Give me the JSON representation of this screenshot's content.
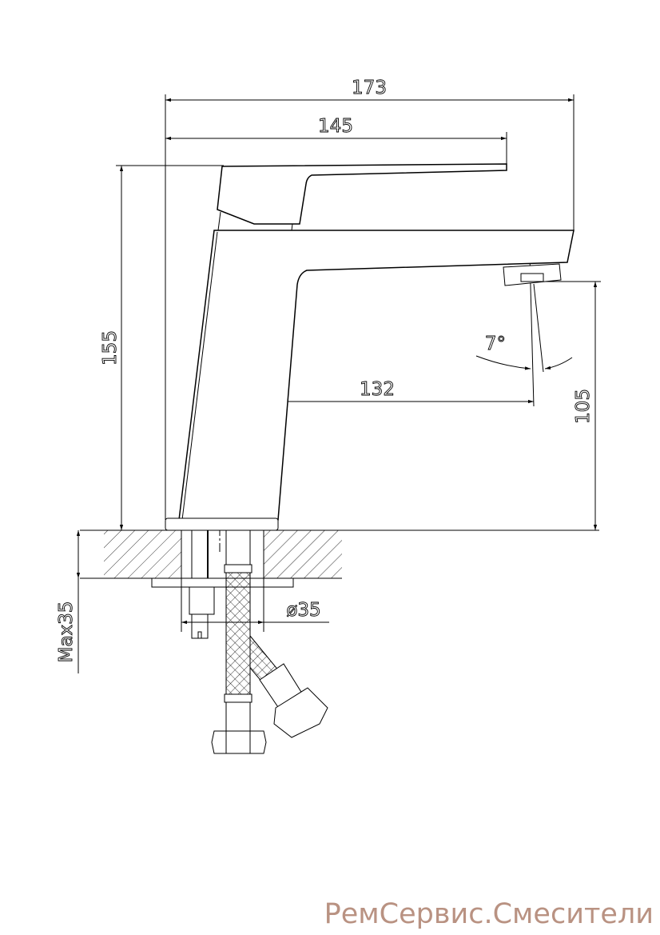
{
  "dimensions": {
    "overall_length": "173",
    "lever_length": "145",
    "height": "155",
    "spout_height": "105",
    "spout_reach": "132",
    "spout_angle": "7°",
    "mount_diameter": "ø35",
    "max_counter_thickness": "Max35"
  },
  "watermark": "РемСервис.Смесители"
}
